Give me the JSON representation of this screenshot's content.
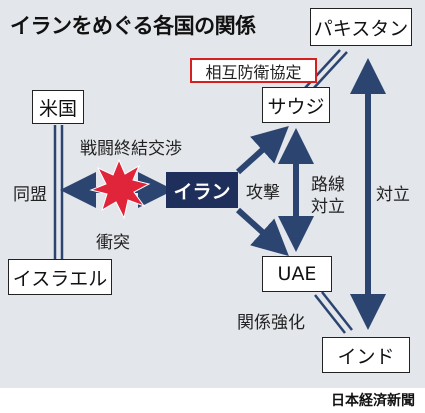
{
  "title": "イランをめぐる各国の関係",
  "nodes": {
    "pakistan": "パキスタン",
    "us": "米国",
    "saudi": "サウジ",
    "iran": "イラン",
    "israel": "イスラエル",
    "uae": "UAE",
    "india": "インド"
  },
  "labels": {
    "defense_pact": "相互防衛協定",
    "ceasefire_talks": "戦闘終結交渉",
    "alliance": "同盟",
    "clash": "衝突",
    "attack": "攻撃",
    "route_conflict_1": "路線",
    "route_conflict_2": "対立",
    "opposition": "対立",
    "stronger_ties": "関係強化"
  },
  "source": "日本経済新聞",
  "colors": {
    "arrow_navy": "#2b4470",
    "iran_box": "#1f2f5c",
    "clash_burst": "#e0243a",
    "treaty_border": "#d42020"
  }
}
